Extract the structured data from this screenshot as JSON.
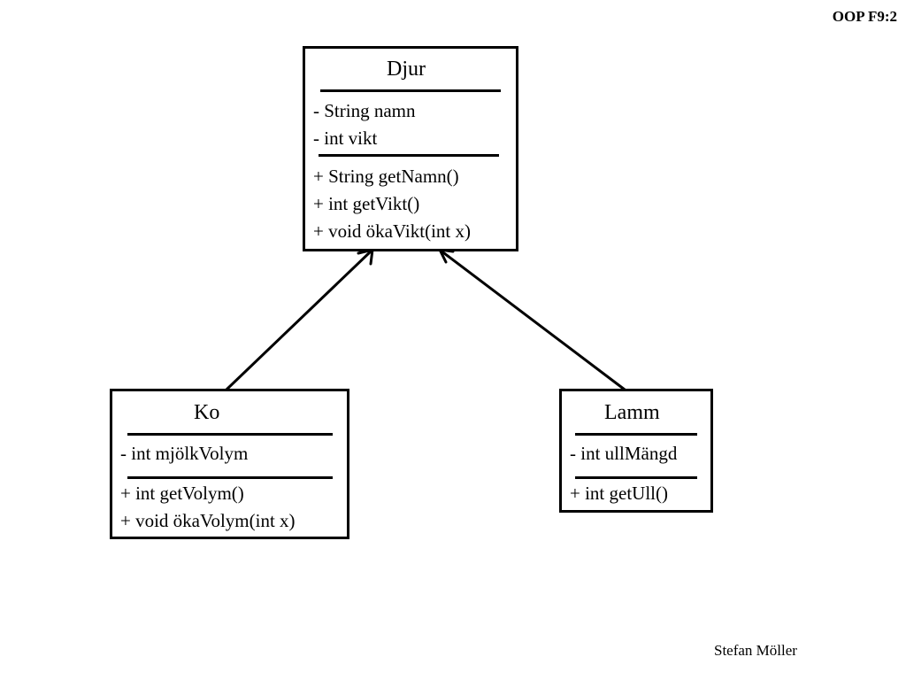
{
  "slide_label": "OOP F9:2",
  "author": "Stefan Möller",
  "classes": {
    "djur": {
      "name": "Djur",
      "attributes": [
        "- String namn",
        "- int vikt"
      ],
      "methods": [
        "+ String getNamn()",
        "+ int getVikt()",
        "+ void ökaVikt(int x)"
      ]
    },
    "ko": {
      "name": "Ko",
      "attributes": [
        "- int mjölkVolym"
      ],
      "methods": [
        "+ int getVolym()",
        "+ void ökaVolym(int x)"
      ]
    },
    "lamm": {
      "name": "Lamm",
      "attributes": [
        "- int ullMängd"
      ],
      "methods": [
        "+ int getUll()"
      ]
    }
  },
  "relations": [
    {
      "from": "Ko",
      "to": "Djur",
      "kind": "inheritance"
    },
    {
      "from": "Lamm",
      "to": "Djur",
      "kind": "inheritance"
    }
  ]
}
